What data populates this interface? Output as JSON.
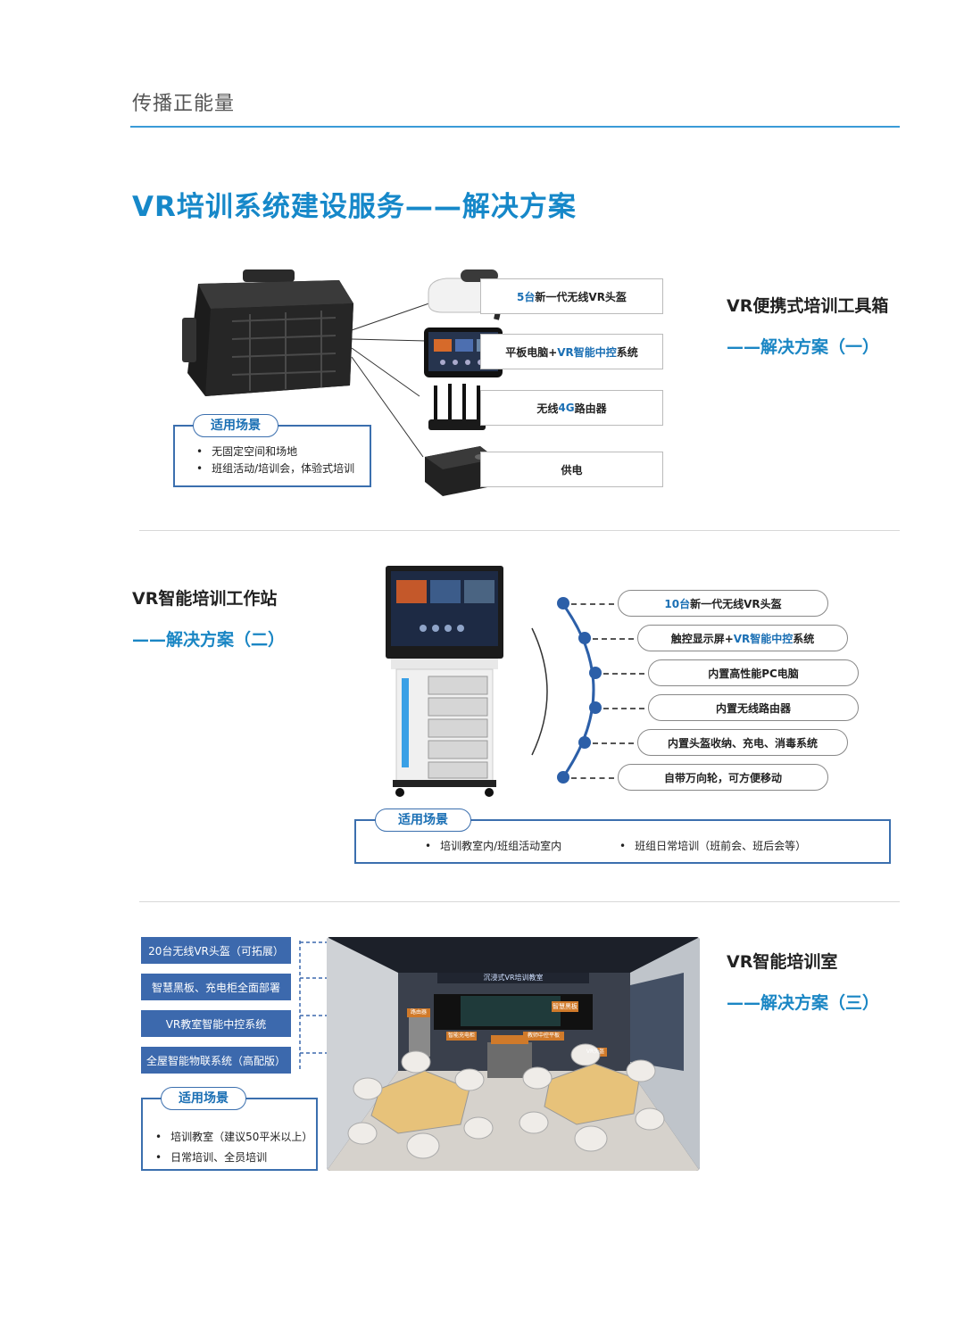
{
  "header": {
    "brand": "传播正能量",
    "title": "VR培训系统建设服务——解决方案"
  },
  "section1": {
    "title": "VR便携式培训工具箱",
    "subtitle": "——解决方案（一）",
    "items": [
      {
        "prefix": "5台",
        "text": "新一代无线VR头盔"
      },
      {
        "prefix": "平板电脑+",
        "text": "VR智能中控",
        "suffix": "系统"
      },
      {
        "prefix": "无线",
        "text": "4G",
        "suffix": "路由器"
      },
      {
        "prefix": "",
        "text": "供电"
      }
    ],
    "scene_label": "适用场景",
    "scenes": [
      "无固定空间和场地",
      "班组活动/培训会，体验式培训"
    ]
  },
  "section2": {
    "title": "VR智能培训工作站",
    "subtitle": "——解决方案（二）",
    "items": [
      {
        "prefix": "10台",
        "text": "新一代无线VR头盔"
      },
      {
        "prefix": "触控显示屏+",
        "text": "VR智能中控",
        "suffix": "系统"
      },
      {
        "prefix": "",
        "text": "内置高性能PC电脑"
      },
      {
        "prefix": "",
        "text": "内置无线路由器"
      },
      {
        "prefix": "",
        "text": "内置头盔收纳、充电、消毒系统"
      },
      {
        "prefix": "",
        "text": "自带万向轮，可方便移动"
      }
    ],
    "scene_label": "适用场景",
    "scenes": [
      "培训教室内/班组活动室内",
      "班组日常培训（班前会、班后会等）"
    ]
  },
  "section3": {
    "title": "VR智能培训室",
    "subtitle": "——解决方案（三）",
    "tags": [
      "20台无线VR头盔（可拓展）",
      "智慧黑板、充电柜全面部署",
      "VR教室智能中控系统",
      "全屋智能物联系统（高配版）"
    ],
    "room_labels": {
      "banner": "沉浸式VR培训教室",
      "screen": "智慧黑板",
      "charger": "智能充电柜",
      "panel": "教师中控平板",
      "router": "路由器",
      "headset": "VR头盔"
    },
    "scene_label": "适用场景",
    "scenes": [
      "培训教室（建议50平米以上）",
      "日常培训、全员培训"
    ]
  },
  "colors": {
    "accent": "#1688c9",
    "navy": "#3c69ad",
    "rule": "#3a9bd8"
  }
}
